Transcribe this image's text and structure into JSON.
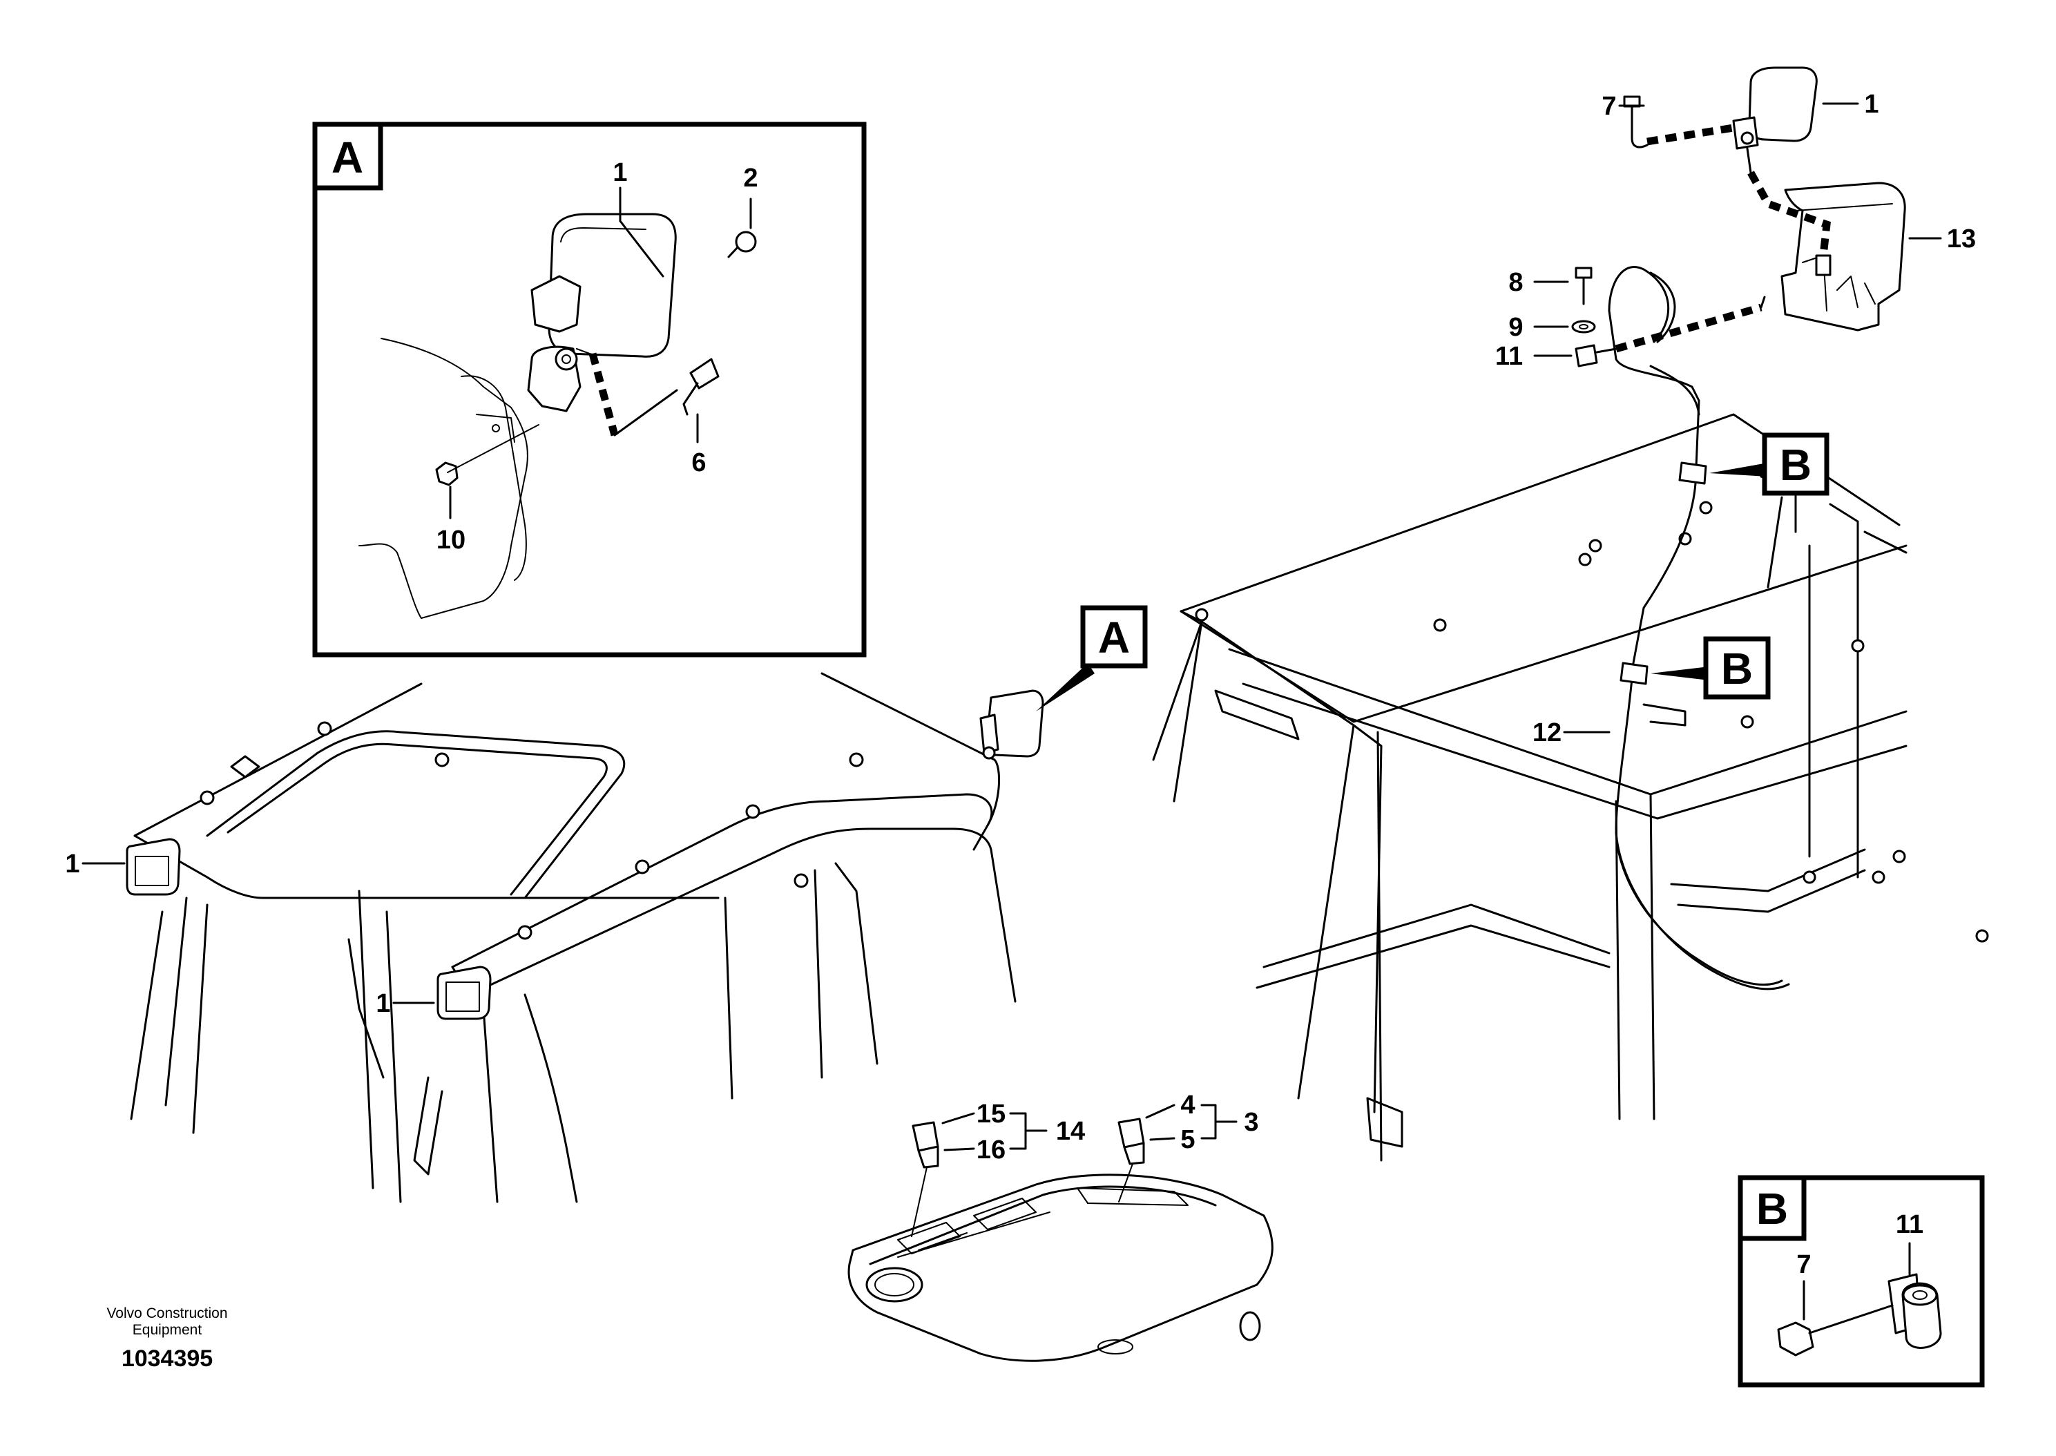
{
  "detail_a": {
    "letter": "A",
    "callouts": [
      "1",
      "2",
      "6",
      "10"
    ]
  },
  "detail_b": {
    "letter": "B",
    "callouts": [
      "7",
      "11"
    ]
  },
  "main_callouts": {
    "lamp_left": "1",
    "lamp_mid": "1",
    "lamp_top_right": "1",
    "screw_top": "7",
    "bracket": "13",
    "bolt": "8",
    "washer": "9",
    "clamp": "11",
    "cable": "12",
    "switch_group_left": [
      "15",
      "16",
      "14"
    ],
    "switch_group_right": [
      "4",
      "5",
      "3"
    ]
  },
  "ref_markers": {
    "a_main": "A",
    "b_upper": "B",
    "b_lower": "B"
  },
  "footer": {
    "caption_line1": "Volvo Construction",
    "caption_line2": "Equipment",
    "document_number": "1034395"
  }
}
